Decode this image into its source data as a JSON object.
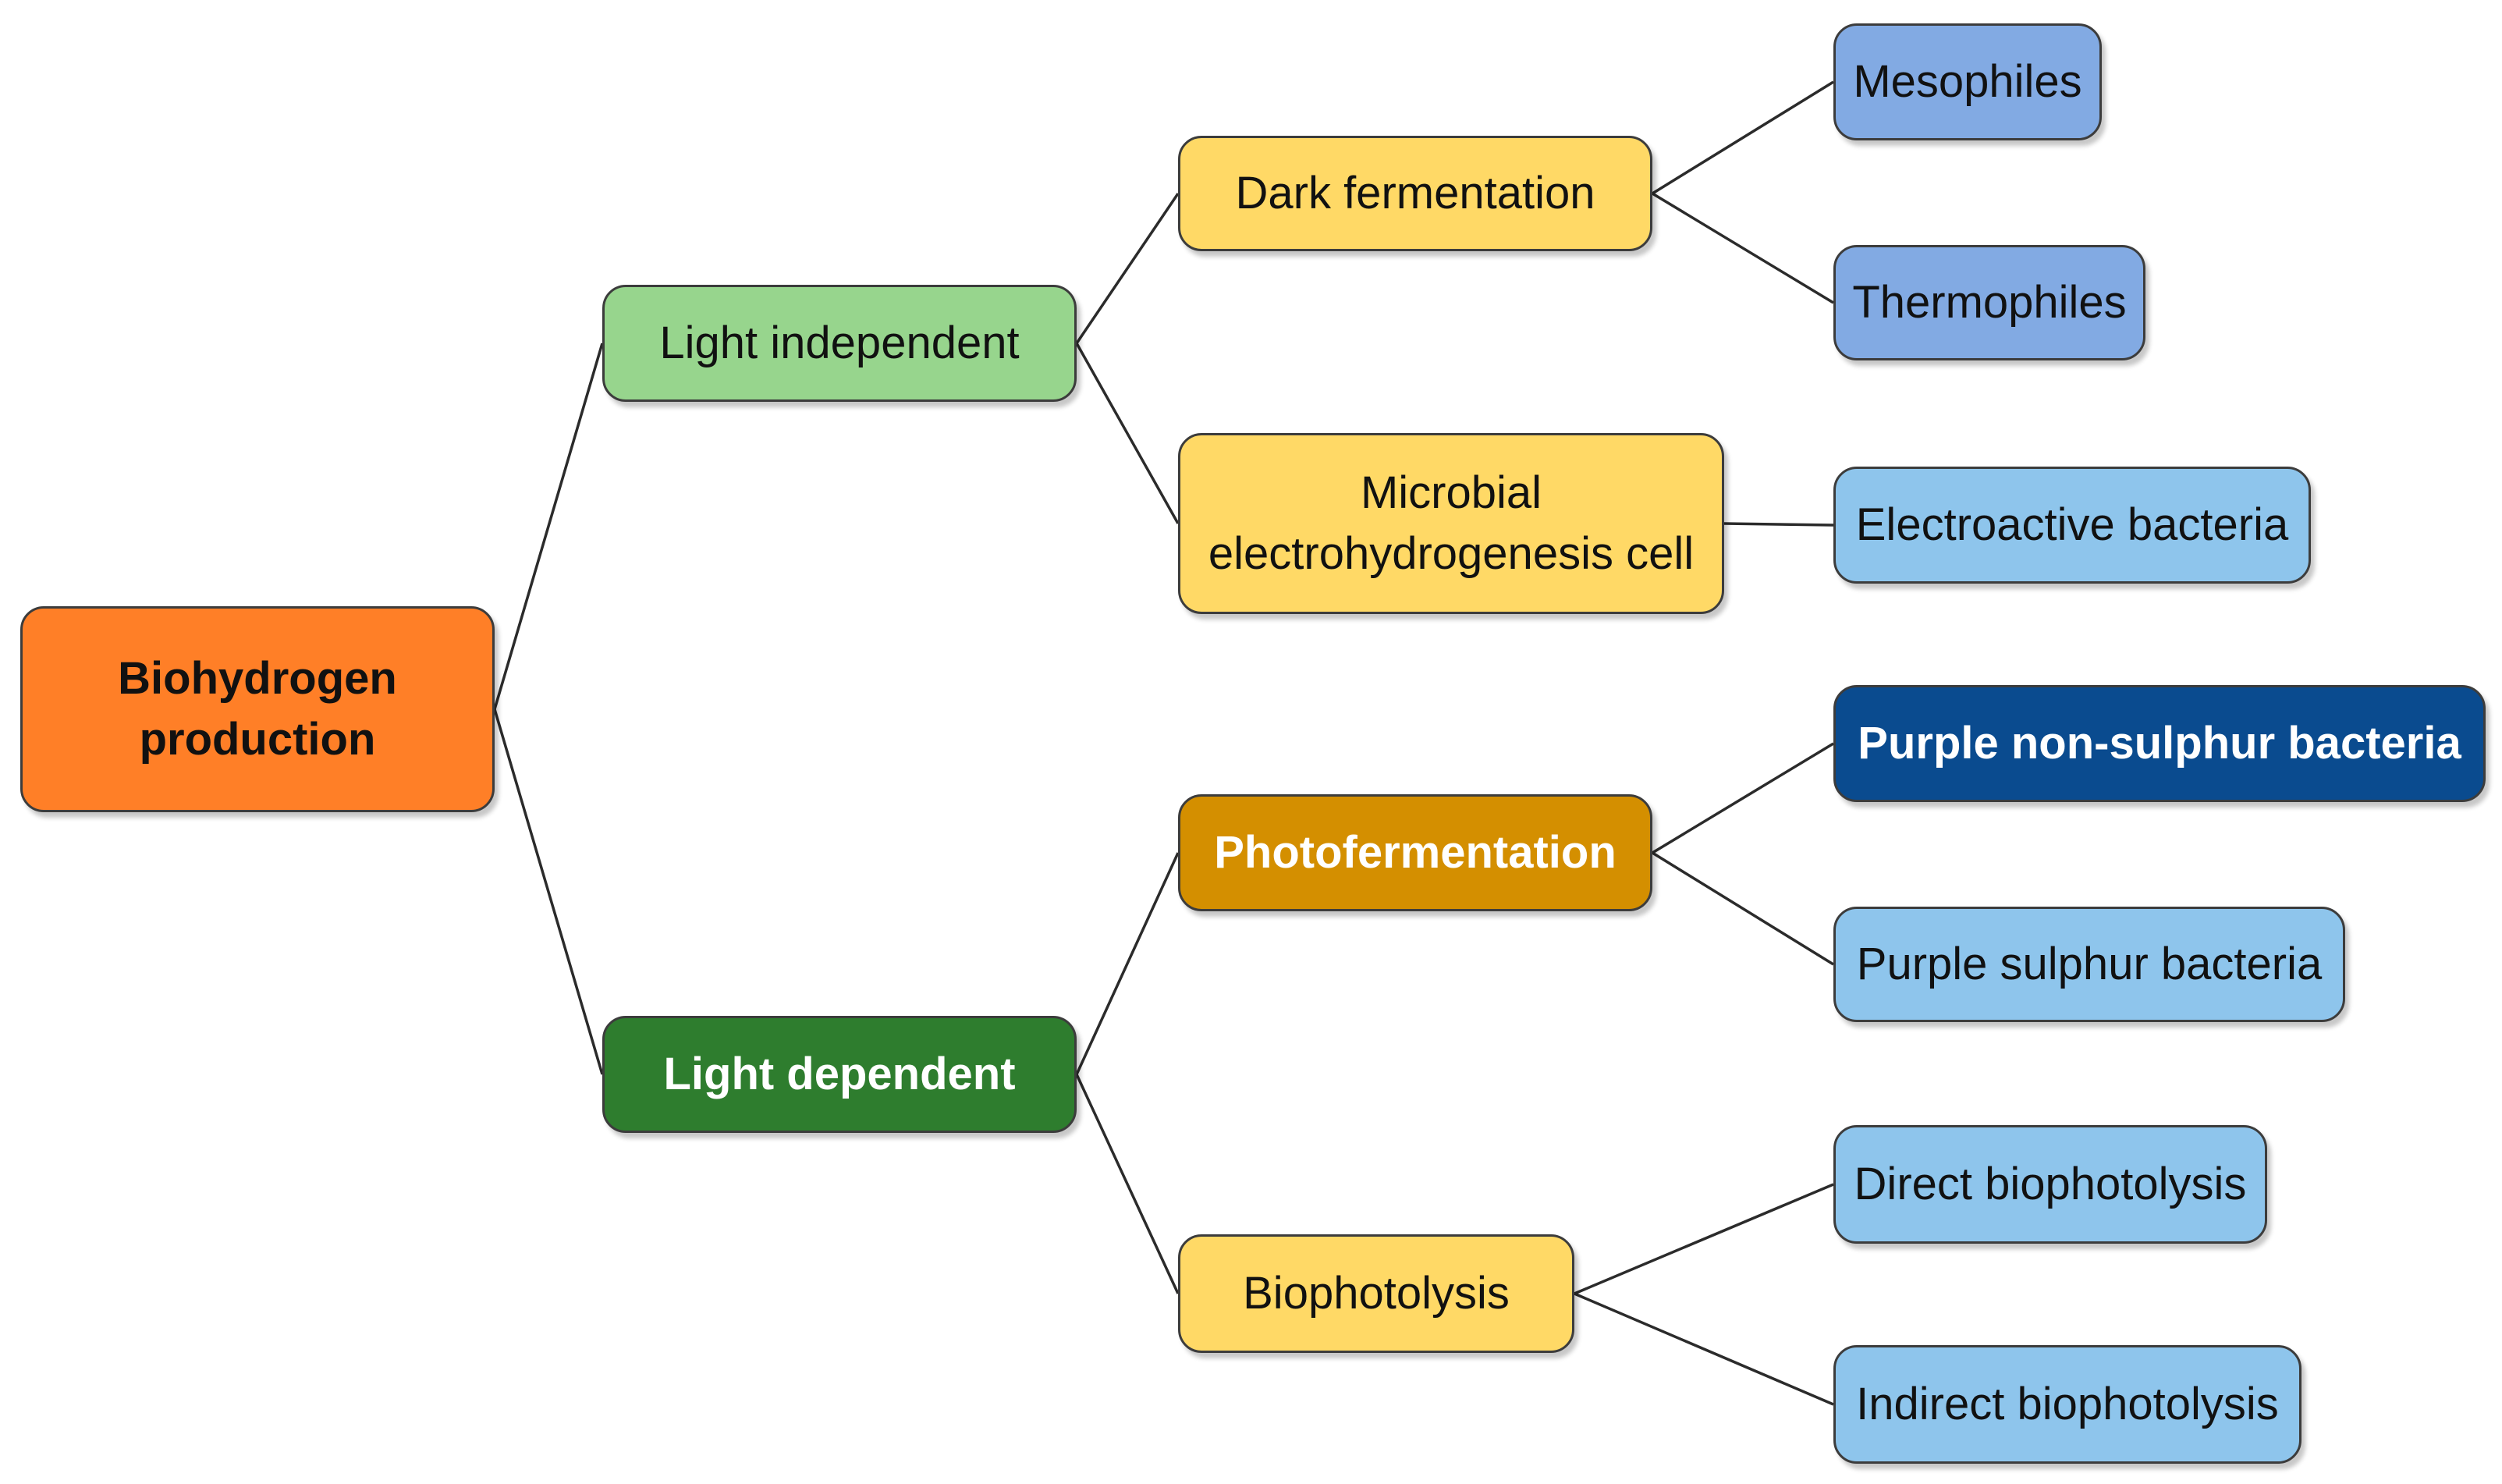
{
  "nodes": {
    "root": {
      "label_line1": "Biohydrogen",
      "label_line2": "production",
      "color": "#FF7F27"
    },
    "light_independent": {
      "label": "Light independent",
      "color": "#97D58D"
    },
    "light_dependent": {
      "label": "Light dependent",
      "color": "#2E7D2E"
    },
    "dark_fermentation": {
      "label": "Dark fermentation",
      "color": "#FFD966"
    },
    "microbial_cell": {
      "label_line1": "Microbial",
      "label_line2": "electrohydrogenesis cell",
      "color": "#FFD966"
    },
    "photofermentation": {
      "label": "Photofermentation",
      "color": "#D48F00"
    },
    "biophotolysis": {
      "label": "Biophotolysis",
      "color": "#FFD966"
    },
    "mesophiles": {
      "label": "Mesophiles",
      "color": "#82AAE3"
    },
    "thermophiles": {
      "label": "Thermophiles",
      "color": "#82AAE3"
    },
    "electroactive": {
      "label": "Electroactive bacteria",
      "color": "#8EC5EC"
    },
    "purple_non_sulphur": {
      "label": "Purple non-sulphur bacteria",
      "color": "#0A4B8F"
    },
    "purple_sulphur": {
      "label": "Purple sulphur bacteria",
      "color": "#8EC5EC"
    },
    "direct_biophotolysis": {
      "label": "Direct biophotolysis",
      "color": "#8EC5EC"
    },
    "indirect_biophotolysis": {
      "label": "Indirect biophotolysis",
      "color": "#8EC5EC"
    }
  },
  "edges": [
    [
      "root",
      "light_independent"
    ],
    [
      "root",
      "light_dependent"
    ],
    [
      "light_independent",
      "dark_fermentation"
    ],
    [
      "light_independent",
      "microbial_cell"
    ],
    [
      "light_dependent",
      "photofermentation"
    ],
    [
      "light_dependent",
      "biophotolysis"
    ],
    [
      "dark_fermentation",
      "mesophiles"
    ],
    [
      "dark_fermentation",
      "thermophiles"
    ],
    [
      "microbial_cell",
      "electroactive"
    ],
    [
      "photofermentation",
      "purple_non_sulphur"
    ],
    [
      "photofermentation",
      "purple_sulphur"
    ],
    [
      "biophotolysis",
      "direct_biophotolysis"
    ],
    [
      "biophotolysis",
      "indirect_biophotolysis"
    ]
  ]
}
